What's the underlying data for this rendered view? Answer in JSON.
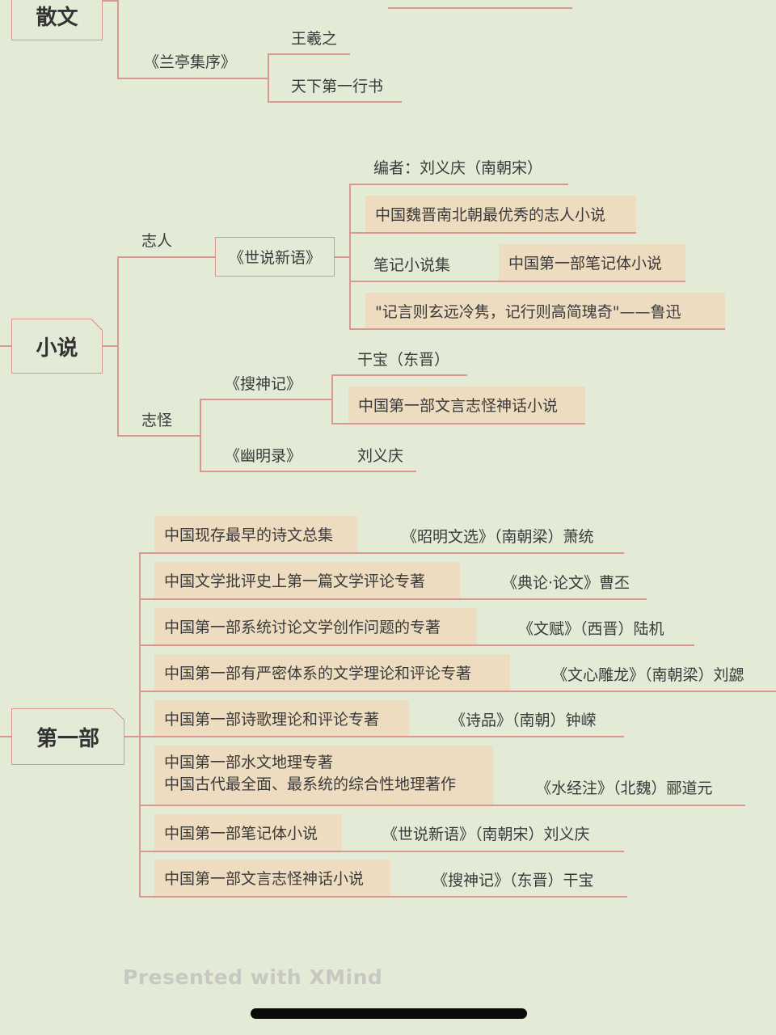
{
  "sanwen": {
    "root": "散文",
    "lanting": "《兰亭集序》",
    "author": "王羲之",
    "fame": "天下第一行书"
  },
  "xiaoshuo": {
    "root": "小说",
    "zhiren": "志人",
    "shishuo": "《世说新语》",
    "editor": "编者：刘义庆（南朝宋）",
    "best": "中国魏晋南北朝最优秀的志人小说",
    "biji_label": "笔记小说集",
    "biji_first": "中国第一部笔记体小说",
    "quote": "\"记言则玄远冷隽，记行则高简瑰奇\"——鲁迅",
    "zhiguai": "志怪",
    "soushen": "《搜神记》",
    "gan_bao": "干宝（东晋）",
    "soushen_first": "中国第一部文言志怪神话小说",
    "youming": "《幽明录》",
    "liu": "刘义庆"
  },
  "diyibu": {
    "root": "第一部",
    "rows": [
      {
        "desc": "中国现存最早的诗文总集",
        "work": "《昭明文选》（南朝梁）萧统"
      },
      {
        "desc": "中国文学批评史上第一篇文学评论专著",
        "work": "《典论·论文》曹丕"
      },
      {
        "desc": "中国第一部系统讨论文学创作问题的专著",
        "work": "《文赋》（西晋）陆机"
      },
      {
        "desc": "中国第一部有严密体系的文学理论和评论专著",
        "work": "《文心雕龙》（南朝梁）刘勰"
      },
      {
        "desc": "中国第一部诗歌理论和评论专著",
        "work": "《诗品》（南朝）钟嵘"
      },
      {
        "desc": "中国第一部水文地理专著\n中国古代最全面、最系统的综合性地理著作",
        "work": "《水经注》（北魏）郦道元"
      },
      {
        "desc": "中国第一部笔记体小说",
        "work": "《世说新语》（南朝宋）刘义庆"
      },
      {
        "desc": "中国第一部文言志怪神话小说",
        "work": "《搜神记》（东晋）干宝"
      }
    ]
  },
  "footer": "Presented with XMind"
}
